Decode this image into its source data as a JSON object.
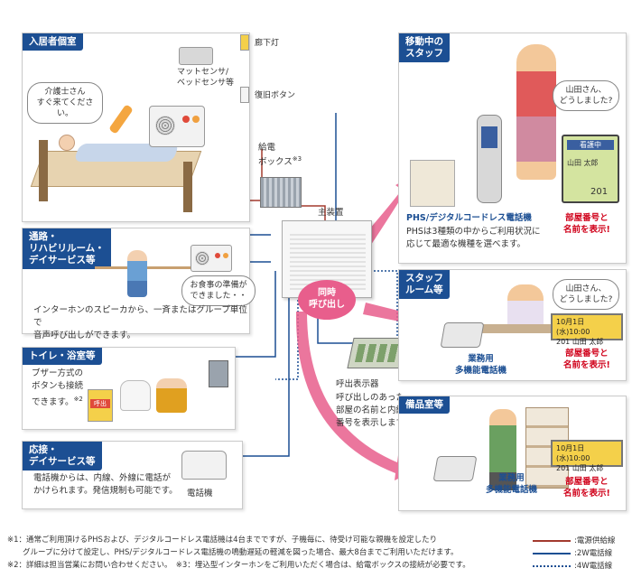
{
  "panels": {
    "room": {
      "title": "入居者個室",
      "bubble": "介護士さん\nすぐ来てください。"
    },
    "hall": {
      "title": "通路・\nリハビリルーム・\nデイサービス等",
      "text": "インターホンのスピーカから、一斉またはグループ単位で\n音声呼び出しができます。",
      "bubble": "お食事の準備が\nできました・・"
    },
    "toilet": {
      "title": "トイレ・浴室等",
      "text": "ブザー方式の\nボタンも接続\nできます。",
      "note_mark": "※2",
      "button_label": "呼出"
    },
    "reception": {
      "title": "応接・\nデイサービス等",
      "text": "電話機からは、内線、外線に電話が\nかけられます。発信規制も可能です。",
      "device_label": "電話機"
    },
    "mobile": {
      "title": "移動中の\nスタッフ",
      "bubble": "山田さん、\nどうしました?",
      "phs_title": "PHS/デジタルコードレス電話機",
      "phs_text": "PHSは3種類の中からご利用状況に\n応じて最適な機種を選べます。",
      "screen_header": "看護中",
      "screen_name": "山田 太郎",
      "screen_number": "201",
      "red_label": "部屋番号と\n名前を表示!"
    },
    "staffroom": {
      "title": "スタッフ\nルーム等",
      "bubble": "山田さん、\nどうしました?",
      "phone_label": "業務用\n多機能電話機",
      "screen_line1": "10月1日(水)10:00",
      "screen_line2": "201  山田  太郎",
      "red_label": "部屋番号と\n名前を表示!"
    },
    "storage": {
      "title": "備品室等",
      "phone_label": "業務用\n多機能電話機",
      "screen_line1": "10月1日(水)10:00",
      "screen_line2": "201  山田  太郎",
      "red_label": "部屋番号と\n名前を表示!"
    }
  },
  "devices": {
    "mat_sensor": "マットセンサ/\nベッドセンサ等",
    "hall_light": "廊下灯",
    "reset_button": "復旧ボタン",
    "power_box": "給電\nボックス",
    "power_box_note": "※3",
    "main_unit": "主装置",
    "simul_call": "同時\n呼び出し",
    "display_unit_title": "呼出表示器",
    "display_unit_text": "呼び出しのあった\n部屋の名前と内線\n番号を表示します。"
  },
  "notes": [
    "※1：通常ご利用頂けるPHSおよび、デジタルコードレス電話機は4台までですが、子機毎に、待受け可能な親機を設定したり",
    "　　グループに分けて設定し、PHS/デジタルコードレス電話機の鳴動遅延の軽減を図った場合、最大8台までご利用いただけます。",
    "※2：詳細は担当営業にお問い合わせください。　※3：埋込型インターホンをご利用いただく場合は、給電ボックスの接続が必要です。"
  ],
  "legend": [
    {
      "label": ":電源供給線",
      "color": "#a33a2e",
      "style": "solid"
    },
    {
      "label": ":2W電話線",
      "color": "#1c4f93",
      "style": "solid"
    },
    {
      "label": ":4W電話線",
      "color": "#1c4f93",
      "style": "dotted"
    }
  ]
}
